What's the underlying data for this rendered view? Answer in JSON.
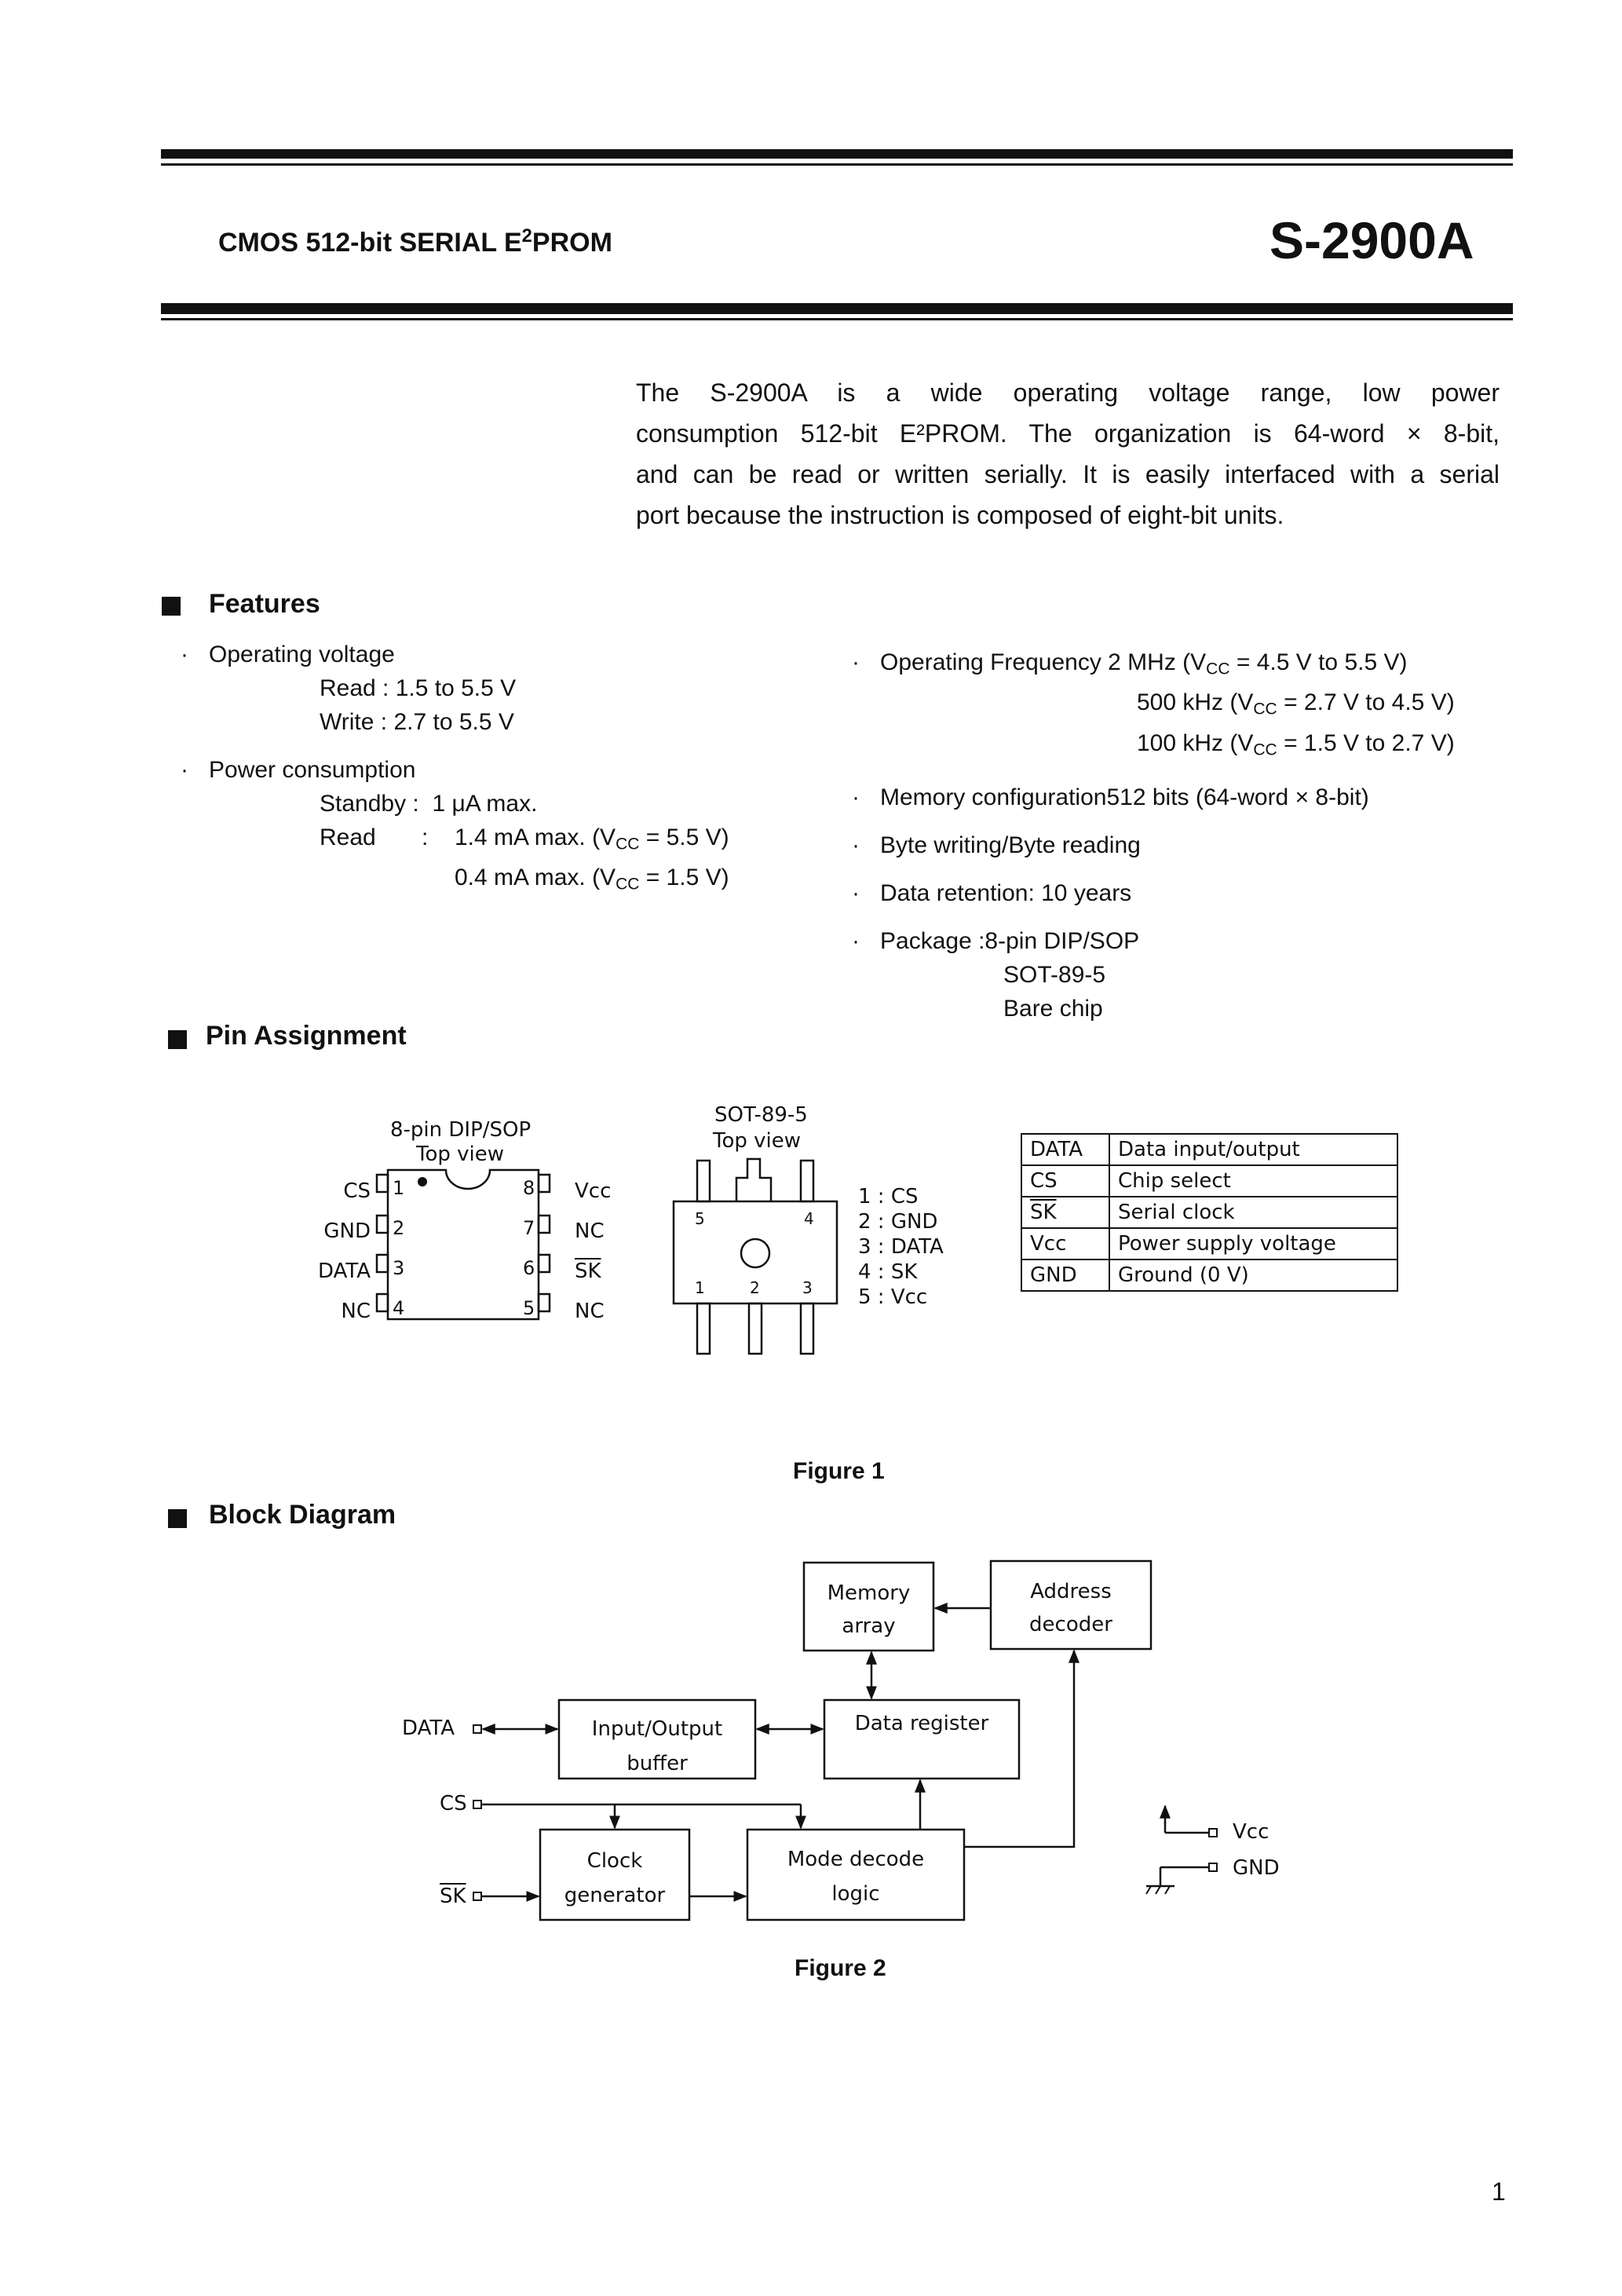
{
  "header": {
    "doc_title_pre": "CMOS 512-bit SERIAL E",
    "doc_title_sup": "2",
    "doc_title_post": "PROM",
    "part_number": "S-2900A"
  },
  "intro": {
    "line1": "The S-2900A is a wide operating voltage range, low power",
    "line2": "consumption 512-bit E²PROM. The organization is 64-word × 8-bit,",
    "line3": "and can be read or written serially. It is easily interfaced with a serial",
    "line4": "port because the instruction is composed of eight-bit units."
  },
  "features": {
    "heading": "Features",
    "op_voltage_label": "Operating voltage",
    "op_voltage_read": "Read : 1.5 to 5.5 V",
    "op_voltage_write": "Write : 2.7 to 5.5 V",
    "power_label": "Power consumption",
    "standby_label": "Standby :",
    "standby_value": "1 μA max.",
    "read_label": "Read",
    "read_colon": ":",
    "read_value1": "1.4 mA max. (V",
    "read_value1_sub": "CC",
    "read_value1_end": " = 5.5 V)",
    "read_value2": "0.4 mA max. (V",
    "read_value2_sub": "CC",
    "read_value2_end": " = 1.5 V)",
    "freq_label": "Operating Frequency 2 MHz (V",
    "freq_sub": "CC",
    "freq_end1": " = 4.5 V to 5.5 V)",
    "freq2": "500 kHz (V",
    "freq2_sub": "CC",
    "freq2_end": " = 2.7 V to 4.5 V)",
    "freq3": "100 kHz (V",
    "freq3_sub": "CC",
    "freq3_end": " = 1.5 V to 2.7 V)",
    "memcfg": "Memory configuration512 bits (64-word × 8-bit)",
    "byte_rw": "Byte writing/Byte reading",
    "retention": "Data retention: 10 years",
    "package_label": "Package :8-pin DIP/SOP",
    "package2": "SOT-89-5",
    "package3": "Bare chip"
  },
  "pin_assignment": {
    "heading": "Pin Assignment",
    "dip_title": "8-pin DIP/SOP",
    "dip_sub": "Top view",
    "dip_left": [
      "CS",
      "GND",
      "DATA",
      "NC"
    ],
    "dip_left_num": [
      "1",
      "2",
      "3",
      "4"
    ],
    "dip_right": [
      "Vcc",
      "NC",
      "SK",
      "NC"
    ],
    "dip_right_num": [
      "8",
      "7",
      "6",
      "5"
    ],
    "sot_title": "SOT-89-5",
    "sot_sub": "Top view",
    "sot_top_num": [
      "5",
      "4"
    ],
    "sot_bottom_num": [
      "1",
      "2",
      "3"
    ],
    "sot_list": [
      "1 : CS",
      "2 : GND",
      "3 : DATA",
      "4 : SK",
      "5 : Vcc"
    ],
    "table": [
      {
        "pin": "DATA",
        "desc": "Data input/output"
      },
      {
        "pin": "CS",
        "desc": "Chip select"
      },
      {
        "pin": "SK",
        "desc": "Serial clock"
      },
      {
        "pin": "Vcc",
        "desc": "Power supply voltage"
      },
      {
        "pin": "GND",
        "desc": "Ground (0 V)"
      }
    ],
    "figure_caption": "Figure 1"
  },
  "block_diagram": {
    "heading": "Block Diagram",
    "memory_array": [
      "Memory",
      "array"
    ],
    "address_decoder": [
      "Address",
      "decoder"
    ],
    "io_buffer": [
      "Input/Output",
      "buffer"
    ],
    "data_register": "Data register",
    "clock_gen": [
      "Clock",
      "generator"
    ],
    "mode_decode": [
      "Mode decode",
      "logic"
    ],
    "sig_data": "DATA",
    "sig_cs": "CS",
    "sig_sk": "SK",
    "sig_vcc": "Vcc",
    "sig_gnd": "GND",
    "figure_caption": "Figure 2"
  },
  "page_number": "1"
}
